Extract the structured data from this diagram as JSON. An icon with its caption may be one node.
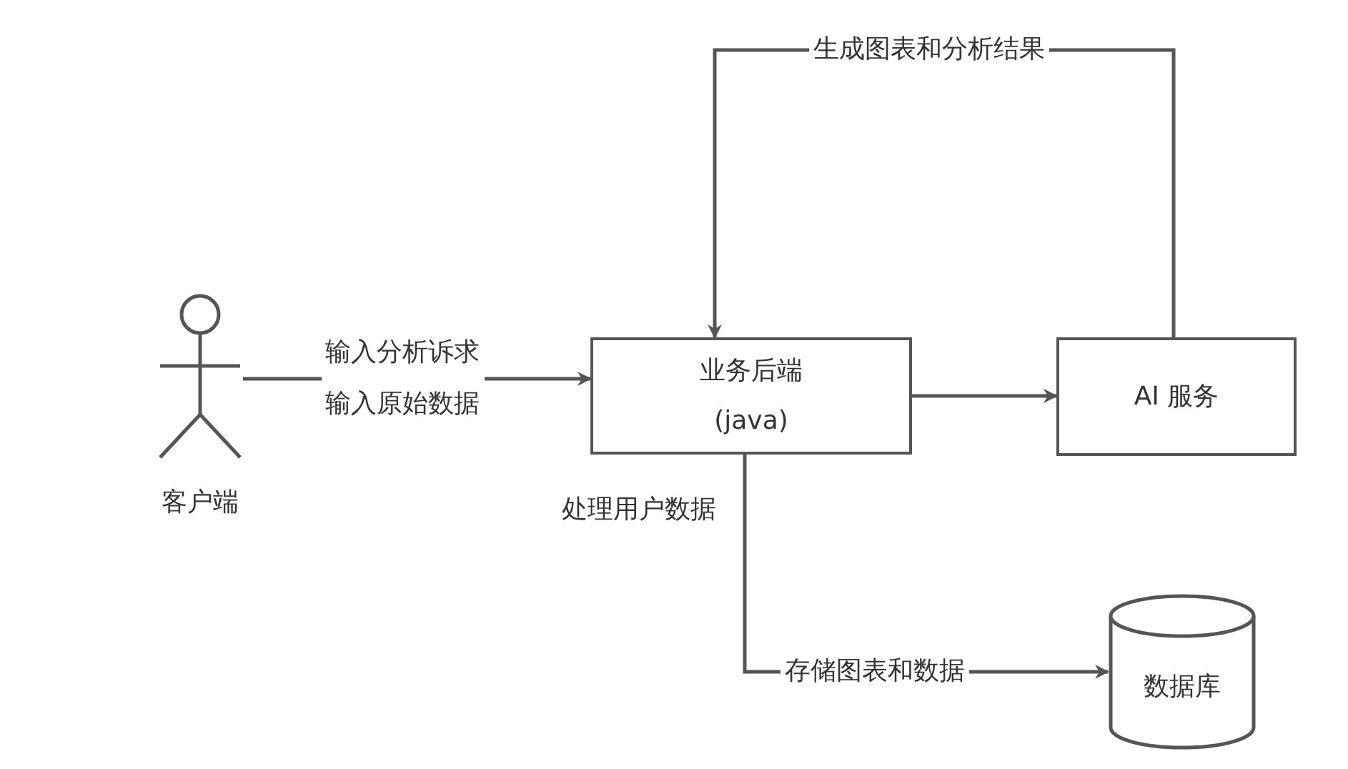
{
  "diagram": {
    "nodes": [
      {
        "text": [],
        "shape": "person",
        "beside": [
          "客户端"
        ]
      },
      {
        "text": [
          "业务后端",
          "(java)"
        ]
      },
      {
        "text": [
          "AI 服务"
        ]
      },
      {
        "text": [
          "数据库"
        ]
      }
    ],
    "edges": [
      {
        "from": 0,
        "to": 1,
        "arrow": "to",
        "label": "输入分析诉求输入原始数据"
      },
      {
        "from": 1,
        "to": 2,
        "arrow": "to"
      },
      {
        "from": 2,
        "to": 1,
        "arrow": "to",
        "label": "生成图表和分析结果"
      },
      {
        "from": 1,
        "to": 3,
        "arrow": "to",
        "label": "存储图表和数据"
      }
    ],
    "labels": [
      "处理用户数据"
    ]
  }
}
